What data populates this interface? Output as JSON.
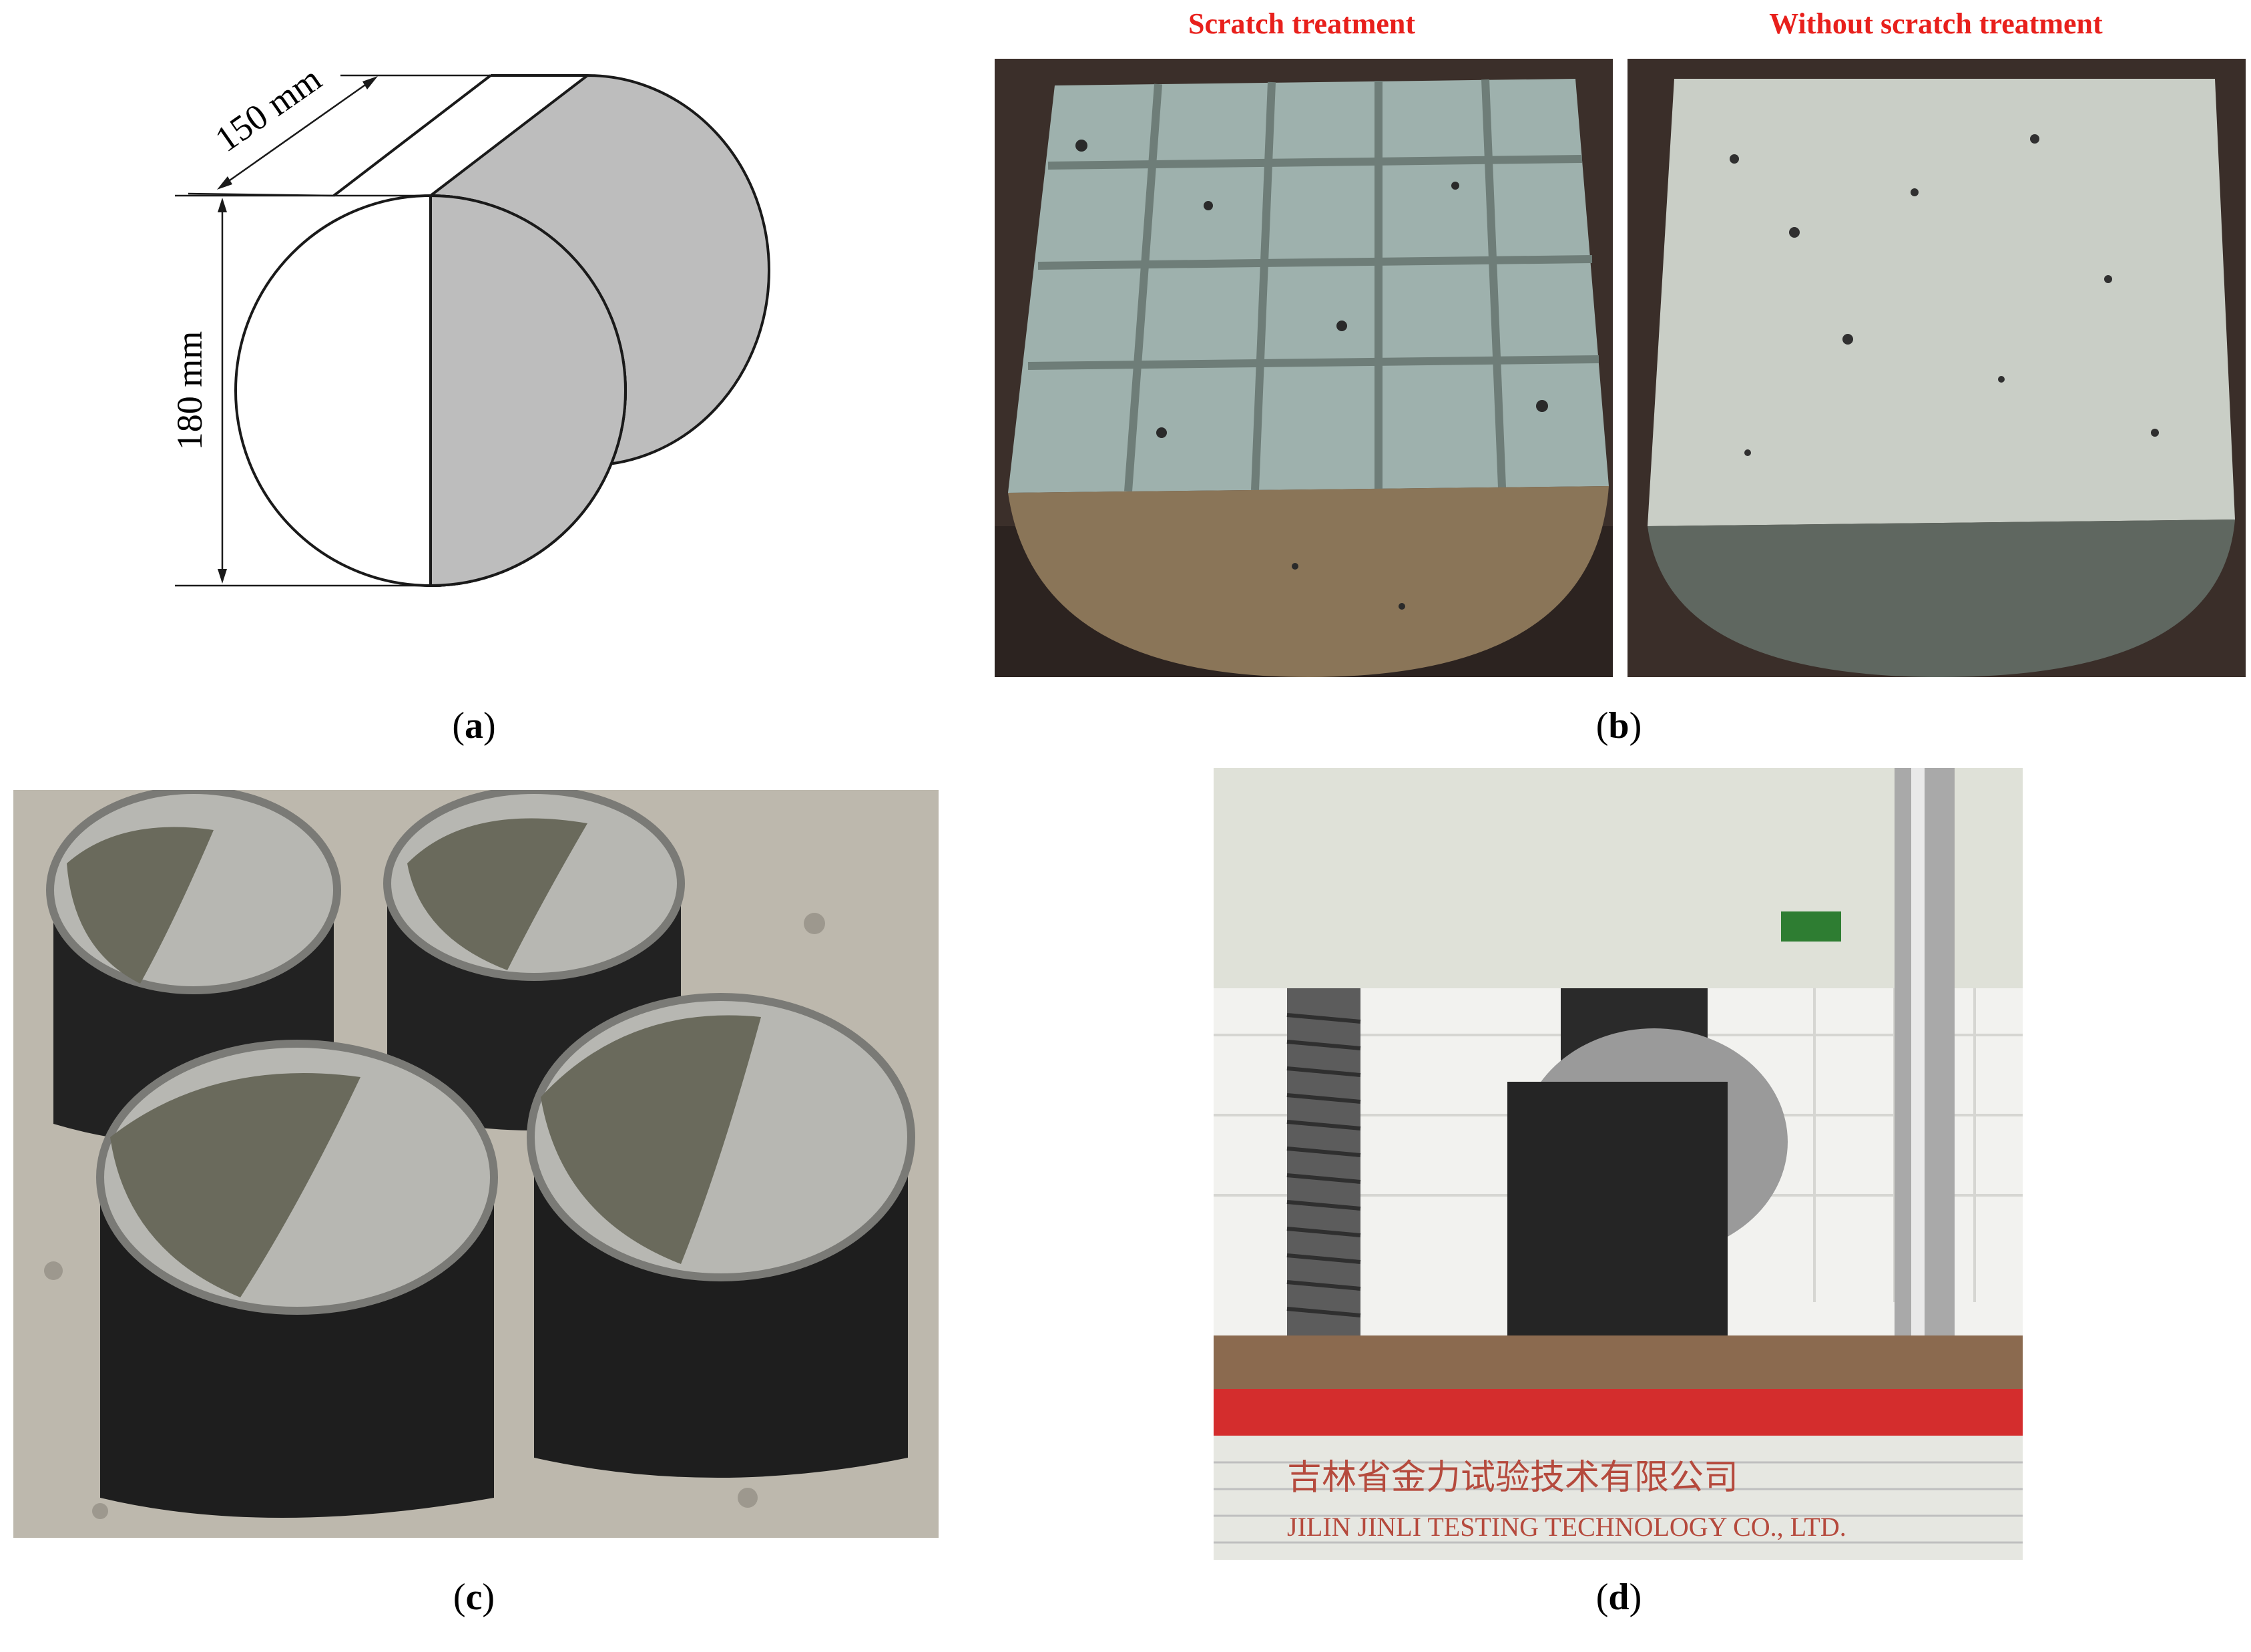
{
  "panel_a": {
    "dim_length": "150 mm",
    "dim_height": "180 mm",
    "caption_letter": "a",
    "colors": {
      "shade": "#bdbdbd",
      "line": "#1a1a1a"
    }
  },
  "panel_b": {
    "left_title": "Scratch treatment",
    "right_title": "Without scratch treatment",
    "caption_letter": "b",
    "colors": {
      "title": "#e8201c"
    }
  },
  "panel_c": {
    "caption_letter": "c"
  },
  "panel_d": {
    "caption_letter": "d",
    "banner_cn": "吉林省金力试验技术有限公司",
    "banner_en": "JILIN JINLI TESTING TECHNOLOGY CO., LTD."
  }
}
